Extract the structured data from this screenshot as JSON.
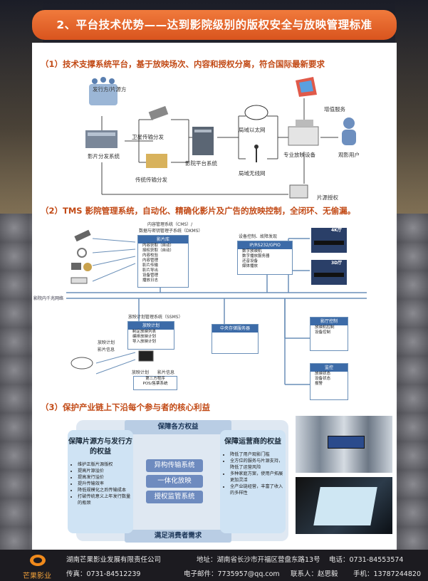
{
  "header": {
    "title": "2、平台技术优势——达到影院级别的版权安全与放映管理标准"
  },
  "section1": {
    "title": "（1）技术支撑系统平台，基于放映场次、内容和授权分离，符合国际最新要求",
    "labels": {
      "distributor": "发行方/片源方",
      "satellite": "卫星传输分发",
      "distribution_system": "影片分发系统",
      "traditional": "传统传输分发",
      "cinema_platform": "影院平台系统",
      "lan": "局域以太网",
      "wlan": "局域无线网",
      "projector": "专业放映设备",
      "value_added": "增值服务",
      "viewer": "观影用户",
      "authorization": "片源授权"
    }
  },
  "section2": {
    "title": "（2）TMS 影院管理系统，自动化、精确化影片及广告的放映控制，全闭环、无偷漏。",
    "cms_title": "内容管理系统（CMS）/",
    "dkms_title": "数据与密钥管理子系统（DKMS）",
    "library": {
      "head": "影片库",
      "lines": [
        "内容获取（自动）",
        "授权获取（自动）",
        "内容校验",
        "内容管理",
        "影片传输",
        "影片导出",
        "设备管理",
        "播放日志"
      ]
    },
    "network_label": "影院内千兆网络",
    "device_title": "设备控制、故障发现",
    "ip_box": {
      "head": "IP/RS232/GPIO",
      "lines": [
        "数字放映机",
        "数字播放服务器",
        "还音设备",
        "媒体播放"
      ]
    },
    "hall_a": "4K厅",
    "hall_b": "3D厅",
    "ssms_title": "放映计划管理系统（SSMS）",
    "schedule": {
      "head": "放映计划",
      "lines": [
        "制定放映列表",
        "编排放映计划",
        "导入放映计划"
      ]
    },
    "left_labels": [
      "放映计划",
      "影片信息"
    ],
    "bottom_labels": [
      "放映计划",
      "影片信息"
    ],
    "pos_box": [
      "第三方程序",
      "POS/售票系统"
    ],
    "storage": "中央存储服务器",
    "hall_control": {
      "head": "影厅控制",
      "lines": [
        "放映机控制",
        "设备控制"
      ]
    },
    "monitor": {
      "head": "监控",
      "lines": [
        "放映状态",
        "设备状态",
        "报警"
      ]
    }
  },
  "section3": {
    "title": "（3）保护产业链上下沿每个参与者的核心利益",
    "top_banner": "保障各方权益",
    "bottom_banner": "满足消费者需求",
    "center": [
      "异构传输系统",
      "一体化放映",
      "授权监管系统"
    ],
    "left": {
      "title": "保障片源方与发行方的权益",
      "items": [
        "维护正版片源版权",
        "提高片源溢价",
        "提高发行溢价",
        "提升传输效率",
        "降低规模化之后传输成本",
        "打破传统意义上年发行数量的瓶颈"
      ]
    },
    "right": {
      "title": "保障运营商的权益",
      "items": [
        "降低了用户观影门槛",
        "全方位的服务与片源支持，降低了运营风险",
        "多种家庭方案，使用户拓展更加灵活",
        "全产业链经营，丰富了收入的多样性"
      ]
    }
  },
  "footer": {
    "logo_text": "芒果影业",
    "company": "湖南芒果影业发展有限责任公司",
    "address": "地址：湖南省长沙市开福区营盘东路13号",
    "phone": "电话：0731-84553574",
    "fax": "传真：0731-84512239",
    "email": "电子邮件：7735957@qq.com",
    "contact": "联系人：赵思毅",
    "mobile": "手机：13787244820"
  },
  "colors": {
    "accent": "#e0622a",
    "box_blue": "#3c6ba8",
    "light_blue": "#cfe3f4"
  }
}
